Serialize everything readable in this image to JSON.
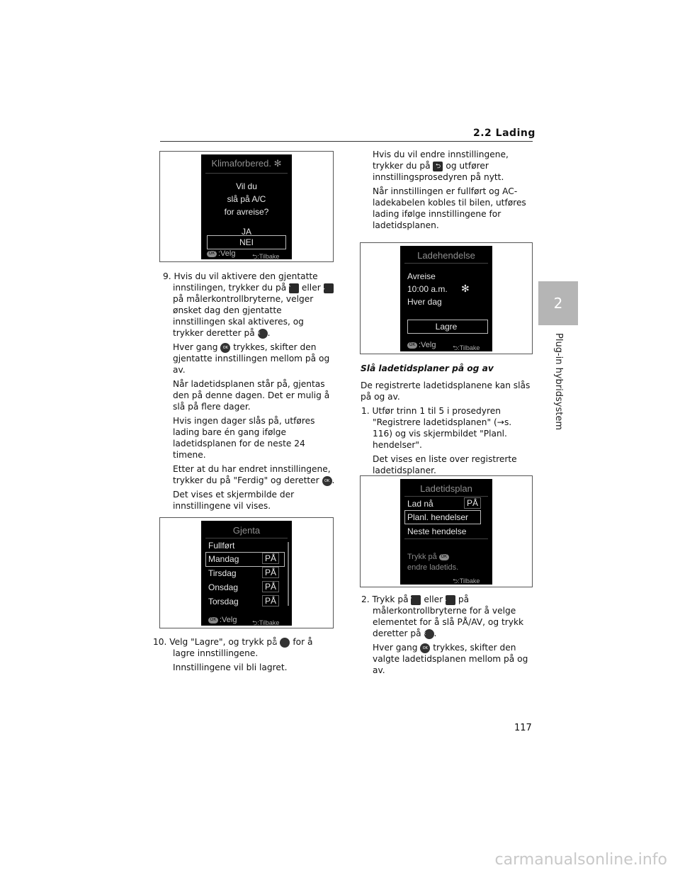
{
  "header": {
    "section": "2.2 Lading"
  },
  "side": {
    "chapter": "2",
    "chapter_title": "Plug-in hybridsystem"
  },
  "page_number": "117",
  "watermark": "carmanualsonline.info",
  "fig1": {
    "title": "Klimaforbered.",
    "l1": "Vil du",
    "l2": "slå på A/C",
    "l3": "for avreise?",
    "opt1": "JA",
    "opt2": "NEI",
    "velg": ":Velg",
    "tilbake": ":Tilbake"
  },
  "fig2": {
    "title": "Gjenta",
    "r0": "Fullført",
    "r1": "Mandag",
    "r2": "Tirsdag",
    "r3": "Onsdag",
    "r4": "Torsdag",
    "pa": "PÅ",
    "velg": ":Velg",
    "tilbake": ":Tilbake"
  },
  "fig3": {
    "title": "Ladehendelse",
    "l1": "Avreise",
    "l2": "10:00 a.m.",
    "l3": "Hver dag",
    "btn": "Lagre",
    "velg": ":Velg",
    "tilbake": ":Tilbake"
  },
  "fig4": {
    "title": "Ladetidsplan",
    "r1": "Lad nå",
    "r1v": "PÅ",
    "r2": "Planl. hendelser",
    "r3": "Neste hendelse",
    "hint1": "Trykk på",
    "hint2": "endre ladetids.",
    "tilbake": ":Tilbake"
  },
  "left": {
    "s9a": "9. Hvis du vil aktivere den gjentatte innstilingen, trykker du på",
    "s9b": "eller",
    "s9c": "på målerkontrollbryterne, velger ønsket dag den gjentatte innstillingen skal aktiveres, og trykker deretter på",
    "p1a": "Hver gang",
    "p1b": "trykkes, skifter den gjentatte innstillingen mellom på og av.",
    "p2": "Når ladetidsplanen står på, gjentas den på denne dagen. Det er mulig å slå på flere dager.",
    "p3": "Hvis ingen dager slås på, utføres lading bare én gang ifølge ladetidsplanen for de neste 24 timene.",
    "p4": "Etter at du har endret innstillingene, trykker du på \"Ferdig\" og deretter",
    "p5": "Det vises et skjermbilde der innstillingene vil vises.",
    "s10a": "10. Velg \"Lagre\", og trykk på",
    "s10b": "for å lagre innstillingene.",
    "s10c": "Innstillingene vil bli lagret."
  },
  "right": {
    "t1a": "Hvis du vil endre innstillingene, trykker du på",
    "t1b": "og utfører innstillingsprosedyren på nytt.",
    "t2": "Når innstillingen er fullført og AC-ladekabelen kobles til bilen, utføres lading ifølge innstillingene for ladetidsplanen.",
    "heading": "Slå ladetidsplaner på og av",
    "intro": "De registrerte ladetidsplanene kan slås på og av.",
    "s1": "1. Utfør trinn 1 til 5 i prosedyren \"Registrere ladetidsplanen\" (→s. 116) og vis skjermbildet \"Planl. hendelser\".",
    "s1b": "Det vises en liste over registrerte ladetidsplaner.",
    "s2a": "2. Trykk på",
    "s2b": "eller",
    "s2c": "på målerkontrollbryterne for å velge elementet for å slå PÅ/AV, og trykk deretter på",
    "p2a": "Hver gang",
    "p2b": "trykkes, skifter den valgte ladetidsplanen mellom på og av."
  },
  "icons": {
    "up": "chevron-up-icon",
    "down": "chevron-down-icon",
    "ok": "ok-button-icon",
    "back": "back-arrow-icon",
    "fan": "ac-fan-icon"
  }
}
